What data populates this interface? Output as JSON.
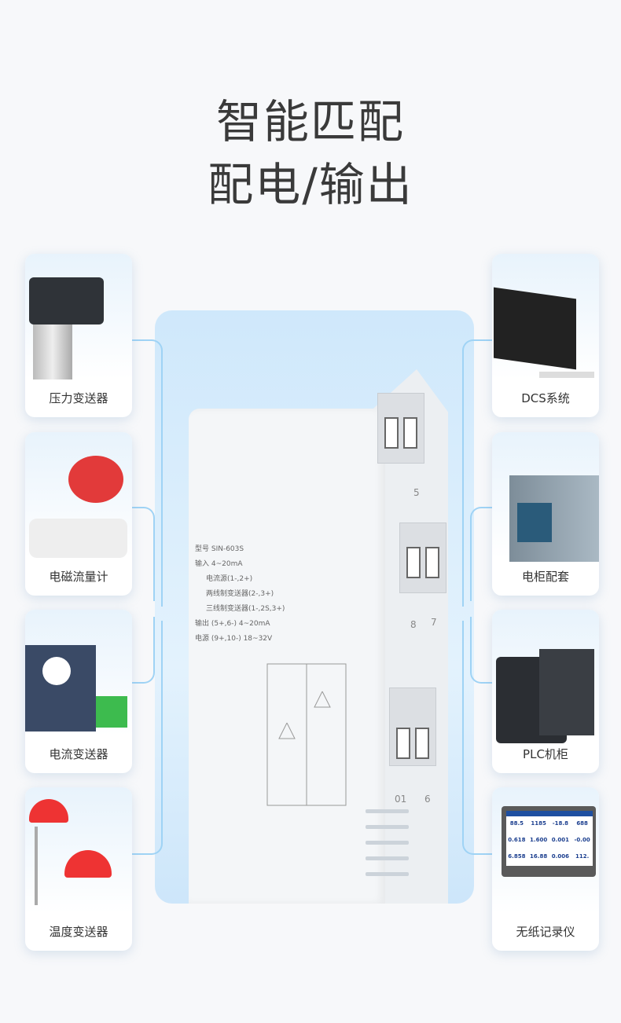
{
  "title": {
    "line1": "智能匹配",
    "line2": "配电/输出"
  },
  "left_cards": [
    {
      "label": "压力变送器"
    },
    {
      "label": "电磁流量计"
    },
    {
      "label": "电流变送器"
    },
    {
      "label": "温度变送器"
    }
  ],
  "right_cards": [
    {
      "label": "DCS系统"
    },
    {
      "label": "电柜配套"
    },
    {
      "label": "PLC机柜"
    },
    {
      "label": "无纸记录仪"
    }
  ],
  "device": {
    "specs": [
      "型号 SIN-603S",
      "输入 4~20mA",
      "电流源(1-,2+)",
      "两线制变送器(2-,3+)",
      "三线制变送器(1-,2S,3+)",
      "输出 (5+,6-) 4~20mA",
      "电源 (9+,10-) 18~32V"
    ],
    "terminal_numbers": [
      "5",
      "8",
      "7",
      "01",
      "6"
    ]
  },
  "recorder_values": [
    "88.5",
    "1185",
    "-18.8",
    "688",
    "0.618",
    "1.600",
    "0.001",
    "-0.00",
    "6.858",
    "16.88",
    "0.006",
    "112."
  ]
}
